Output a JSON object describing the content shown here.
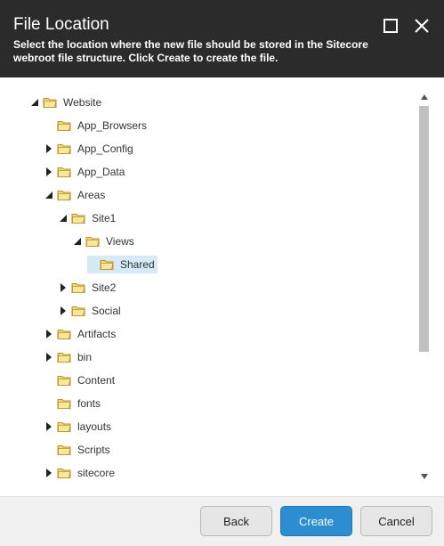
{
  "dialog": {
    "title": "File Location",
    "description": "Select the location where the new file should be stored in the Sitecore webroot file structure. Click Create to create the file."
  },
  "tree": [
    {
      "label": "Website",
      "level": 0,
      "state": "expanded"
    },
    {
      "label": "App_Browsers",
      "level": 1,
      "state": "none"
    },
    {
      "label": "App_Config",
      "level": 1,
      "state": "collapsed"
    },
    {
      "label": "App_Data",
      "level": 1,
      "state": "collapsed"
    },
    {
      "label": "Areas",
      "level": 1,
      "state": "expanded"
    },
    {
      "label": "Site1",
      "level": 2,
      "state": "expanded"
    },
    {
      "label": "Views",
      "level": 3,
      "state": "expanded"
    },
    {
      "label": "Shared",
      "level": 4,
      "state": "none",
      "selected": true
    },
    {
      "label": "Site2",
      "level": 2,
      "state": "collapsed"
    },
    {
      "label": "Social",
      "level": 2,
      "state": "collapsed"
    },
    {
      "label": "Artifacts",
      "level": 1,
      "state": "collapsed"
    },
    {
      "label": "bin",
      "level": 1,
      "state": "collapsed"
    },
    {
      "label": "Content",
      "level": 1,
      "state": "none"
    },
    {
      "label": "fonts",
      "level": 1,
      "state": "none"
    },
    {
      "label": "layouts",
      "level": 1,
      "state": "collapsed"
    },
    {
      "label": "Scripts",
      "level": 1,
      "state": "none"
    },
    {
      "label": "sitecore",
      "level": 1,
      "state": "collapsed"
    }
  ],
  "buttons": {
    "back": "Back",
    "create": "Create",
    "cancel": "Cancel"
  },
  "colors": {
    "header": "#2b2b2b",
    "primary": "#2c8ed1",
    "selection": "#d6ebf7",
    "folder": "#f5d76e"
  }
}
